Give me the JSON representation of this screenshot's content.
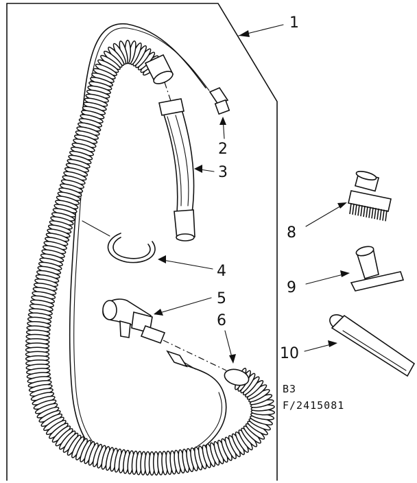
{
  "callouts": {
    "c1": "1",
    "c2": "2",
    "c3": "3",
    "c4": "4",
    "c5": "5",
    "c6": "6",
    "c8": "8",
    "c9": "9",
    "c10": "10"
  },
  "codes": {
    "line1": "B3",
    "line2": "F/2415081"
  },
  "colors": {
    "ink": "#111111",
    "paper": "#ffffff"
  }
}
